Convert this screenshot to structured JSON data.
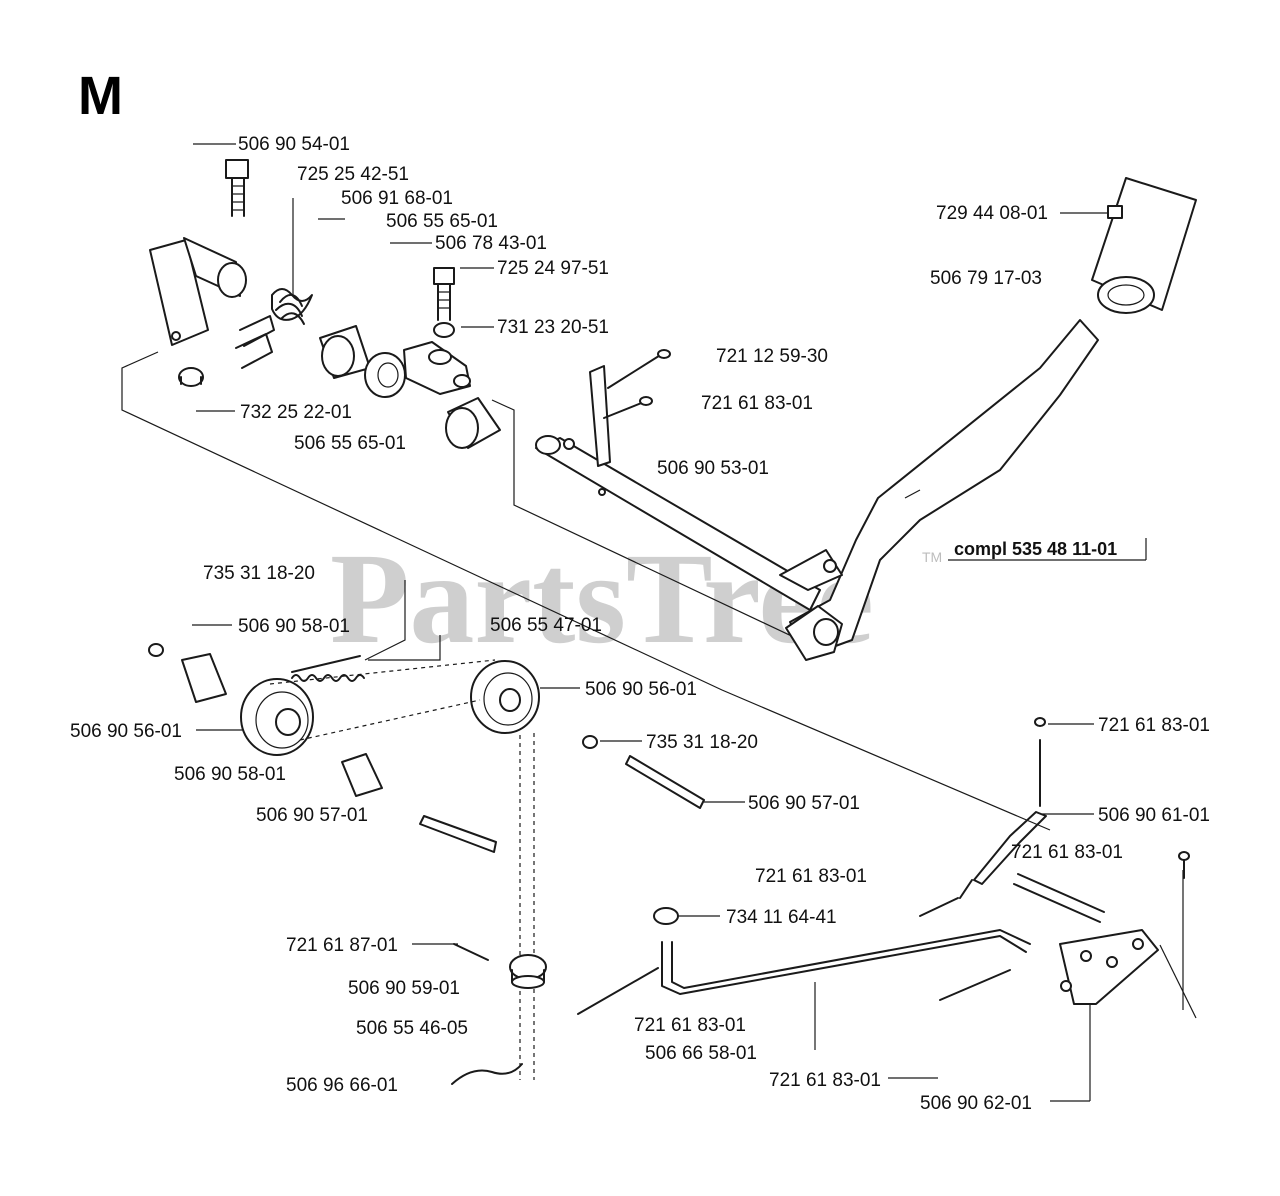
{
  "section_letter": "M",
  "watermark": {
    "text": "PartsTree",
    "trademark": "TM"
  },
  "assembly_label": "compl 535 48 11-01",
  "parts": {
    "p1": "506 90 54-01",
    "p2": "725 25 42-51",
    "p3": "506 91 68-01",
    "p4": "506 55 65-01",
    "p5": "506 78 43-01",
    "p6": "725 24 97-51",
    "p7": "731 23 20-51",
    "p8": "732 25 22-01",
    "p9": "506 55 65-01",
    "p10": "721 12 59-30",
    "p11": "721 61 83-01",
    "p12": "506 90 53-01",
    "p13": "729 44 08-01",
    "p14": "506 79 17-03",
    "p15": "735 31 18-20",
    "p16": "506 90 58-01",
    "p17": "506 55 47-01",
    "p18": "506 90 56-01",
    "p19": "506 90 56-01",
    "p20": "506 90 58-01",
    "p21": "735 31 18-20",
    "p22": "506 90 57-01",
    "p23": "506 90 57-01",
    "p24": "721 61 83-01",
    "p25": "506 90 61-01",
    "p26": "721 61 83-01",
    "p27": "721 61 83-01",
    "p28": "734 11 64-41",
    "p29": "721 61 87-01",
    "p30": "506 90 59-01",
    "p31": "506 55 46-05",
    "p32": "721 61 83-01",
    "p33": "506 66 58-01",
    "p34": "506 96 66-01",
    "p35": "721 61 83-01",
    "p36": "506 90 62-01"
  }
}
